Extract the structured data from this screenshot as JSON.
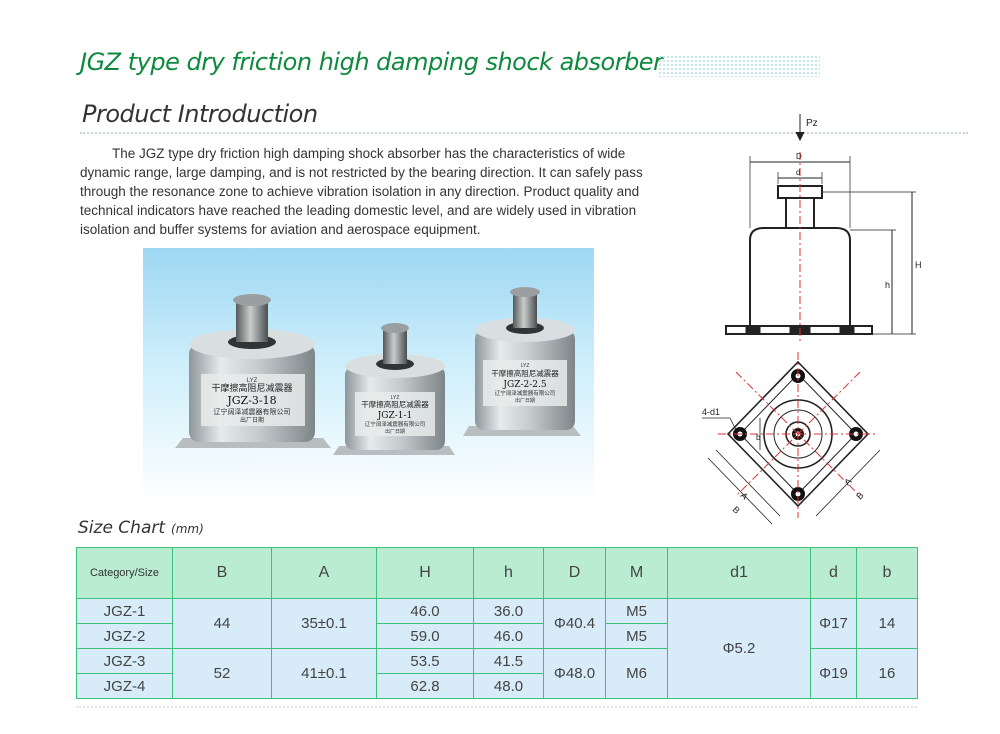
{
  "title": "JGZ type dry friction high damping shock absorber",
  "section_title": "Product Introduction",
  "intro": "The JGZ type dry friction high damping shock absorber has the characteristics of wide dynamic range, large damping, and is not restricted by the bearing direction. It can safely pass through the resonance zone to achieve vibration isolation in any direction. Product quality and technical indicators have reached the leading domestic level, and are widely used in vibration isolation and buffer systems for aviation and aerospace equipment.",
  "photo": {
    "products": [
      {
        "brand": "LYZ",
        "name_cn": "干摩擦高阻尼减震器",
        "model": "JGZ-3-18",
        "maker_cn": "辽宁阔泽减震器有限公司",
        "date_cn": "出厂日期"
      },
      {
        "brand": "LYZ",
        "name_cn": "干摩擦高阻尼减震器",
        "model": "JGZ-1-1",
        "maker_cn": "辽宁阔泽减震器有限公司",
        "date_cn": "出厂日期"
      },
      {
        "brand": "LYZ",
        "name_cn": "干摩擦高阻尼减震器",
        "model": "JGZ-2-2.5",
        "maker_cn": "辽宁阔泽减震器有限公司",
        "date_cn": "出厂日期"
      }
    ]
  },
  "drawing": {
    "pz": "Pz",
    "D": "D",
    "d": "d",
    "H": "H",
    "h": "h",
    "holes": "4-d1",
    "b": "b",
    "A": "A",
    "B": "B"
  },
  "size_chart": {
    "label": "Size Chart",
    "unit": "(mm)",
    "headers": [
      "Category/Size",
      "B",
      "A",
      "H",
      "h",
      "D",
      "M",
      "d1",
      "d",
      "b"
    ],
    "rows": [
      {
        "model": "JGZ-1",
        "H": "46.0",
        "h": "36.0",
        "M": "M5"
      },
      {
        "model": "JGZ-2",
        "H": "59.0",
        "h": "46.0",
        "M": "M5"
      },
      {
        "model": "JGZ-3",
        "H": "53.5",
        "h": "41.5",
        "M": "M6"
      },
      {
        "model": "JGZ-4",
        "H": "62.8",
        "h": "48.0",
        "M": ""
      }
    ],
    "groups": [
      {
        "B": "44",
        "A": "35±0.1",
        "D": "Φ40.4",
        "d": "Φ17",
        "b": "14"
      },
      {
        "B": "52",
        "A": "41±0.1",
        "D": "Φ48.0",
        "d": "Φ19",
        "b": "16"
      }
    ],
    "d1": "Φ5.2"
  },
  "colors": {
    "title_green": "#0d8a3e",
    "table_border": "#3cc07c",
    "header_bg": "#b9ecd1",
    "body_bg": "#d7ebf8"
  }
}
